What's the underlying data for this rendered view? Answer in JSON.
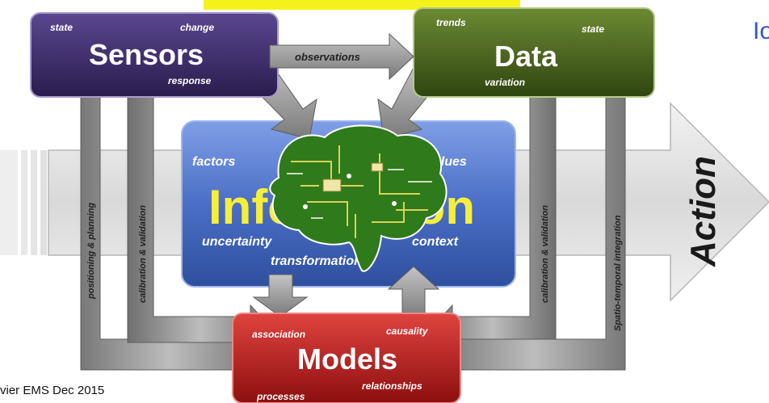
{
  "sensors": {
    "title": "Sensors",
    "subs": [
      "state",
      "change",
      "response"
    ]
  },
  "data_box": {
    "title": "Data",
    "subs": [
      "trends",
      "state",
      "variation"
    ]
  },
  "observations_label": "observations",
  "information": {
    "title": "Information",
    "subs": [
      "factors",
      "values",
      "uncertainty",
      "context",
      "transformation"
    ]
  },
  "models": {
    "title": "Models",
    "subs": [
      "association",
      "causality",
      "relationships",
      "processes"
    ]
  },
  "side_labels": {
    "positioning": "positioning & planning",
    "calibration_left": "calibration & validation",
    "calibration_right": "calibration & validation",
    "spatio": "Spatio-temporal integration"
  },
  "action_label": "Action",
  "footer_text": "vier EMS Dec 2015",
  "corner_text": "Io",
  "colors": {
    "sensors": "#3b2a66",
    "data": "#3f5b1a",
    "information": "#4a6fc6",
    "models": "#b31b1b",
    "arrow_gray": "#8c8c8c",
    "highlight": "#f5f21b",
    "brain_green": "#2f7a1a",
    "corner_text": "#2e55d6"
  }
}
